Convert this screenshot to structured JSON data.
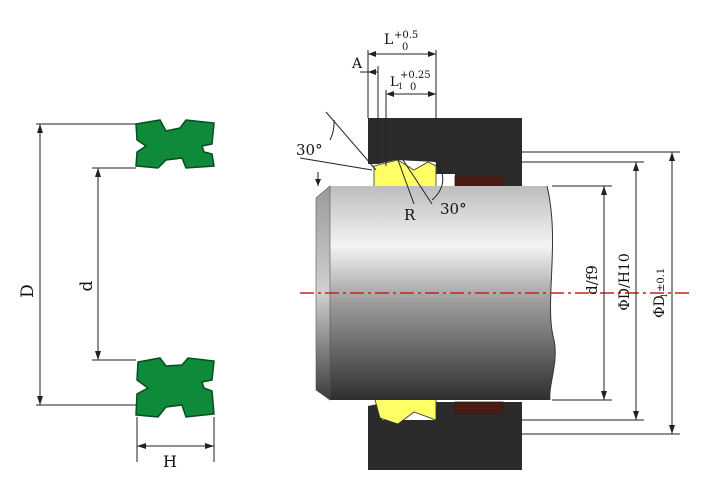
{
  "labels": {
    "D": "D",
    "d": "d",
    "H": "H",
    "L": "L",
    "L_tol_upper": "+0.5",
    "L_tol_lower": "0",
    "A": "A",
    "L1": "L",
    "L1_sub": "1",
    "L1_tol_upper": "+0.25",
    "L1_tol_lower": "0",
    "angle_top": "30°",
    "angle_inner": "30°",
    "R": "R",
    "rod_fit": "d/f9",
    "bore_fit": "ΦD/H10",
    "outer_fit_main": "ΦD",
    "outer_fit_sub": "1",
    "outer_fit_tol": "±0.1"
  },
  "colors": {
    "seal": "#0e8a3a",
    "seal_outline": "#064d1f",
    "housing": "#2b2b2b",
    "rod_light": "#d9d9d9",
    "rod_dark": "#3a3a3a",
    "guide_ring": "#ffff66",
    "wiper_ring": "#4a1a14",
    "centerline": "#cc1f1f"
  }
}
